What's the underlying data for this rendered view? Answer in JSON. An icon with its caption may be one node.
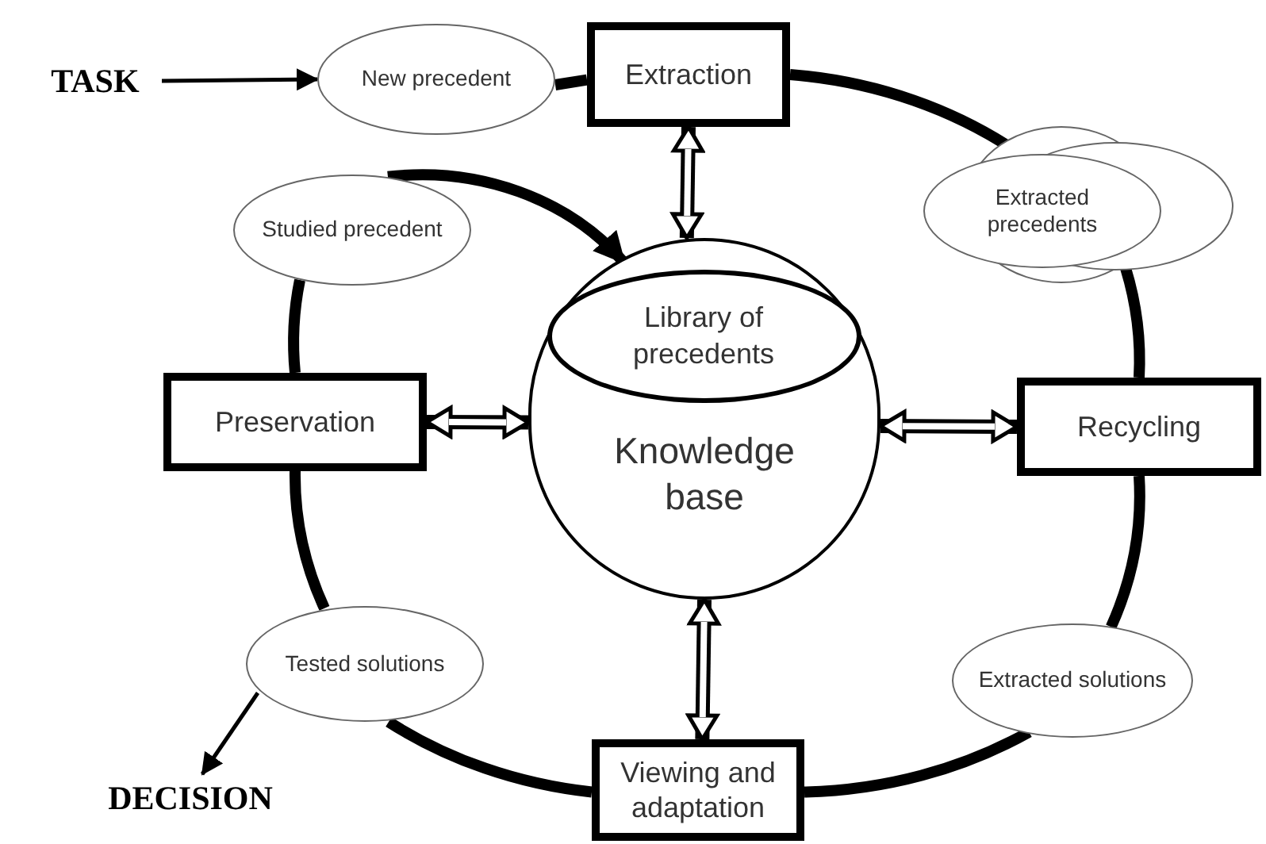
{
  "diagram": {
    "nodes": [
      {
        "text": [
          "TASK"
        ]
      },
      {
        "text": [
          "New precedent"
        ]
      },
      {
        "text": [
          "Extraction"
        ]
      },
      {
        "text": [
          "Studied precedent"
        ]
      },
      {
        "text": [
          "Knowledge base"
        ]
      },
      {
        "text": [
          "Library of precedents"
        ],
        "in": 4
      },
      {
        "text": [
          "Extracted precedents"
        ]
      },
      {
        "text": [
          "Preservation"
        ]
      },
      {
        "text": [
          "Recycling"
        ]
      },
      {
        "text": [
          "Tested solutions"
        ]
      },
      {
        "text": [
          "Extracted solutions"
        ]
      },
      {
        "text": [
          "Viewing and adaptation"
        ]
      },
      {
        "text": [
          "DECISION"
        ]
      }
    ],
    "edges": [
      {
        "from": 0,
        "to": 1,
        "arrow": "to"
      },
      {
        "from": 1,
        "to": 2,
        "arrow": "none"
      },
      {
        "from": 2,
        "to": 6,
        "arrow": "none"
      },
      {
        "from": 6,
        "to": 8,
        "arrow": "none"
      },
      {
        "from": 8,
        "to": 10,
        "arrow": "none"
      },
      {
        "from": 10,
        "to": 11,
        "arrow": "none"
      },
      {
        "from": 11,
        "to": 9,
        "arrow": "none"
      },
      {
        "from": 9,
        "to": 7,
        "arrow": "none"
      },
      {
        "from": 7,
        "to": 3,
        "arrow": "none"
      },
      {
        "from": 3,
        "to": 4,
        "arrow": "to"
      },
      {
        "from": 2,
        "to": 4,
        "arrow": "both"
      },
      {
        "from": 7,
        "to": 4,
        "arrow": "both"
      },
      {
        "from": 4,
        "to": 8,
        "arrow": "both"
      },
      {
        "from": 4,
        "to": 11,
        "arrow": "both"
      },
      {
        "from": 9,
        "to": 12,
        "arrow": "to"
      }
    ]
  }
}
